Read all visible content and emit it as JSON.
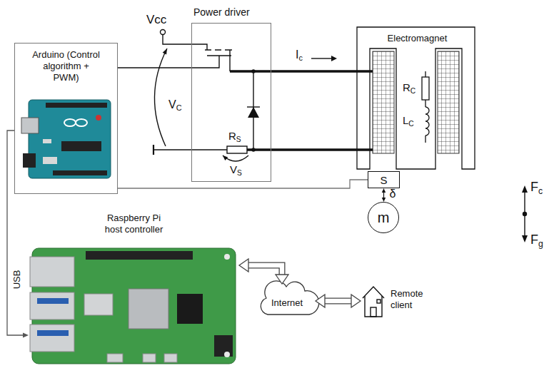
{
  "diagram": {
    "nodes": [
      {
        "text": [
          "Arduino (Control algorithm + PWM)"
        ]
      },
      {
        "text": [
          "Power driver"
        ]
      },
      {
        "text": [
          "Electromagnet"
        ]
      },
      {
        "text": [
          "S"
        ]
      },
      {
        "text": [
          "m"
        ]
      },
      {
        "text": [
          "Raspberry Pi host controller"
        ]
      },
      {
        "text": [
          "Internet"
        ]
      },
      {
        "text": [
          "Remote client"
        ]
      }
    ],
    "edges": [
      {
        "from": 0,
        "to": 5,
        "arrow": "to",
        "label": "USB"
      },
      {
        "from": 0,
        "to": 1,
        "arrow": "none"
      },
      {
        "from": 1,
        "to": 2,
        "arrow": "none"
      },
      {
        "from": 1,
        "to": 2,
        "arrow": "none"
      },
      {
        "from": 3,
        "to": 0,
        "arrow": "none"
      },
      {
        "from": 3,
        "to": 4,
        "arrow": "both",
        "label": "δ"
      },
      {
        "from": 5,
        "to": 6,
        "arrow": "both"
      },
      {
        "from": 6,
        "to": 7,
        "arrow": "both"
      }
    ],
    "labels": [
      "Vcc",
      "VC",
      "RS",
      "VS",
      "Ic",
      "RC",
      "LC",
      "Fc",
      "Fg"
    ]
  }
}
